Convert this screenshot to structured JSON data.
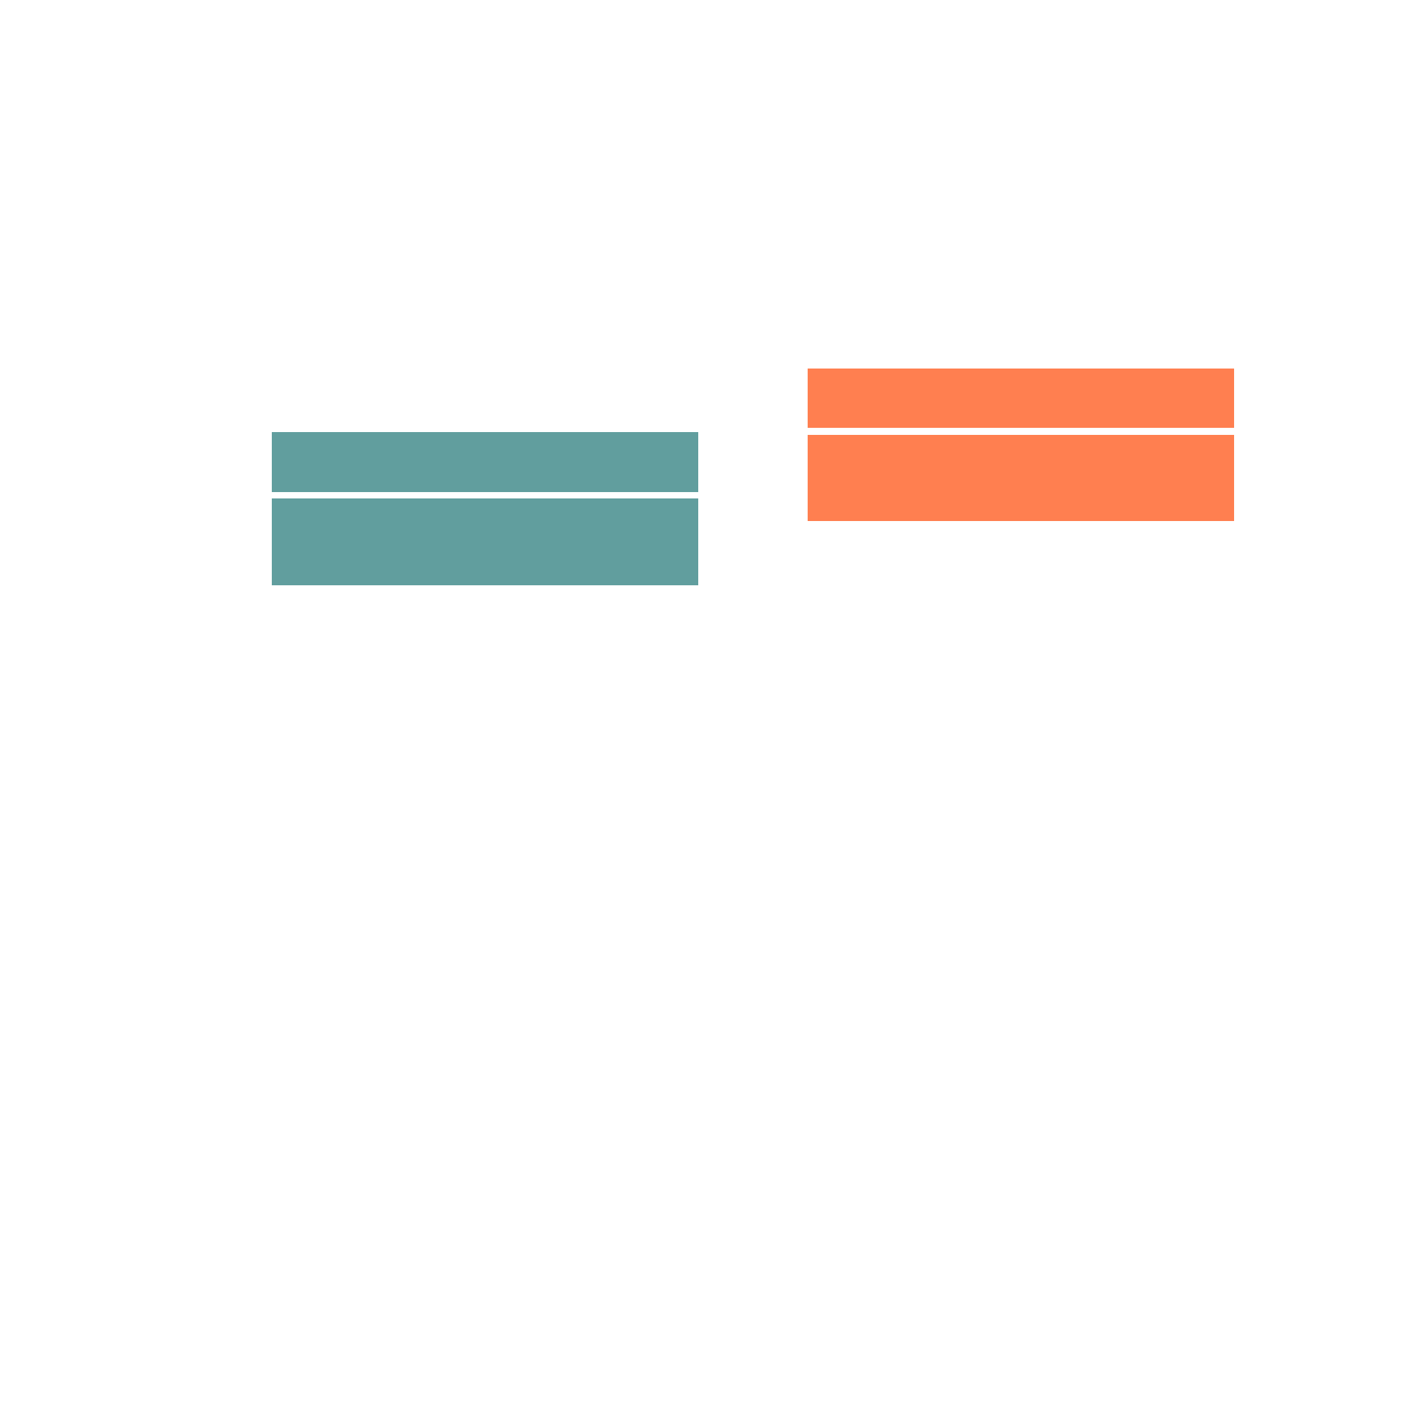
{
  "colors": {
    "background": "#ffffff",
    "teal": "#619e9e",
    "coral": "#ff7f50"
  },
  "groups": [
    {
      "name": "teal-group",
      "color_key": "teal"
    },
    {
      "name": "coral-group",
      "color_key": "coral"
    }
  ]
}
